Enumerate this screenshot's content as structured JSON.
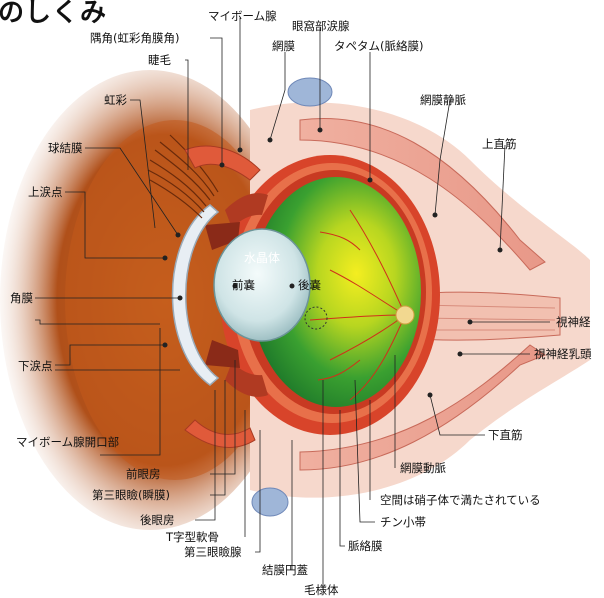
{
  "title": "のしくみ",
  "labels": {
    "meibomian": "マイボーム腺",
    "orbital_lacrimal": "眼窩部涙腺",
    "iridocorneal_angle": "隅角(虹彩角膜角)",
    "retina": "網膜",
    "tapetum": "タペタム(脈絡膜)",
    "eyelash": "睫毛",
    "iris": "虹彩",
    "retinal_vein": "網膜静脈",
    "conjunctiva": "球結膜",
    "superior_rectus": "上直筋",
    "upper_punctum": "上涙点",
    "lens": "水晶体",
    "anterior_capsule": "前嚢",
    "posterior_capsule": "後嚢",
    "cornea": "角膜",
    "optic_nerve": "視神経",
    "optic_papilla": "視神経乳頭",
    "lower_punctum": "下涙点",
    "inferior_rectus": "下直筋",
    "meibomian_opening": "マイボーム腺開口部",
    "retinal_artery": "網膜動脈",
    "anterior_chamber": "前眼房",
    "third_eyelid": "第三眼瞼(瞬膜)",
    "vitreous_space": "空間は硝子体で満たされている",
    "posterior_chamber": "後眼房",
    "zonule": "チン小帯",
    "t_cartilage": "T字型軟骨",
    "choroid": "脈絡膜",
    "third_eyelid_gland": "第三眼瞼腺",
    "conjunctival_fornix": "結膜円蓋",
    "ciliary_body": "毛様体"
  },
  "colors": {
    "fundus_green": "#2a9a2a",
    "tapetum_yellow": "#e8e020",
    "sclera_red": "#d8442a",
    "muscle": "#e8a090",
    "fur": "#b8561c"
  }
}
